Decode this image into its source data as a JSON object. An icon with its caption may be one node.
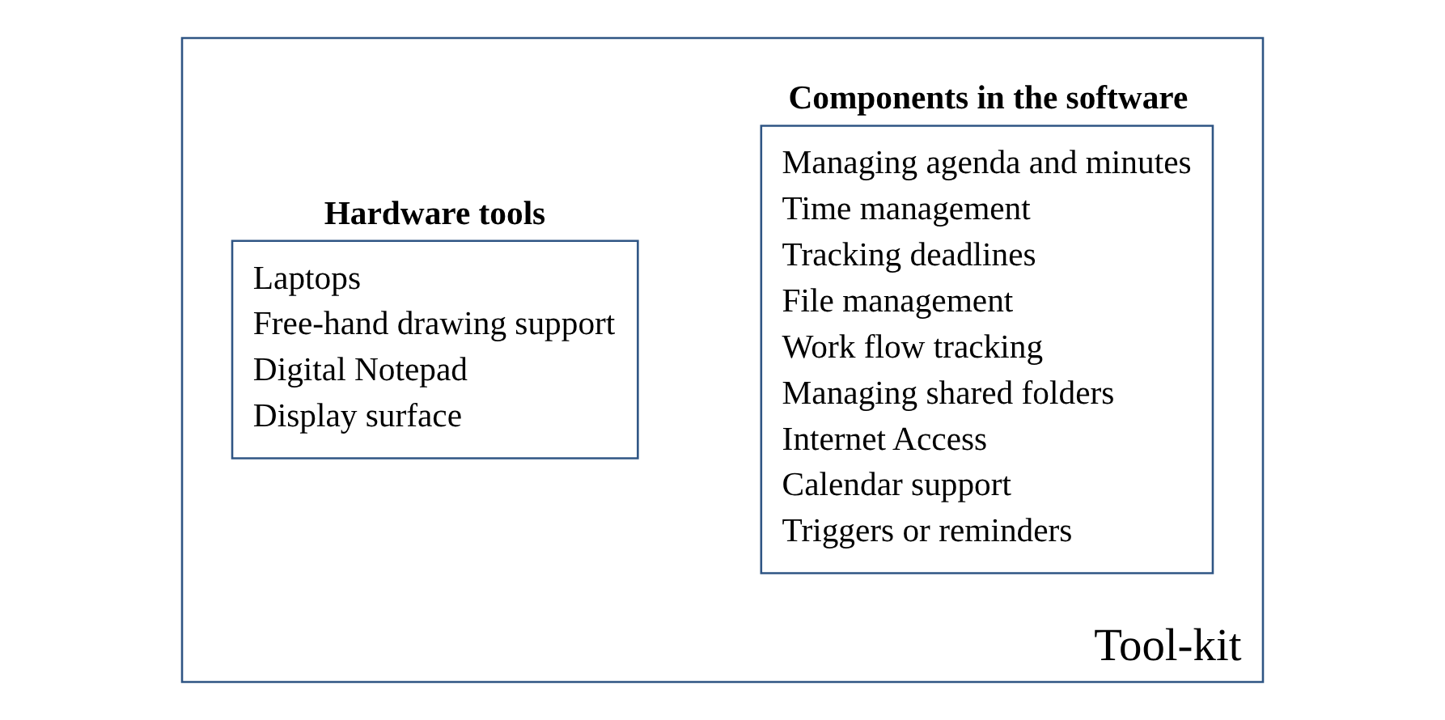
{
  "diagram": {
    "nodes": [
      {
        "text": [
          "Tool-kit"
        ]
      },
      {
        "text": [
          "Components in the software",
          "Managing agenda and minutes",
          "Time management",
          "Tracking deadlines",
          "File management",
          "Work flow tracking",
          "Managing shared folders",
          "Internet Access",
          "Calendar support",
          "Triggers or reminders"
        ],
        "in": 0
      },
      {
        "text": [
          "Hardware tools",
          "Laptops",
          "Free-hand drawing support",
          "Digital Notepad",
          "Display surface"
        ],
        "in": 0
      }
    ]
  }
}
